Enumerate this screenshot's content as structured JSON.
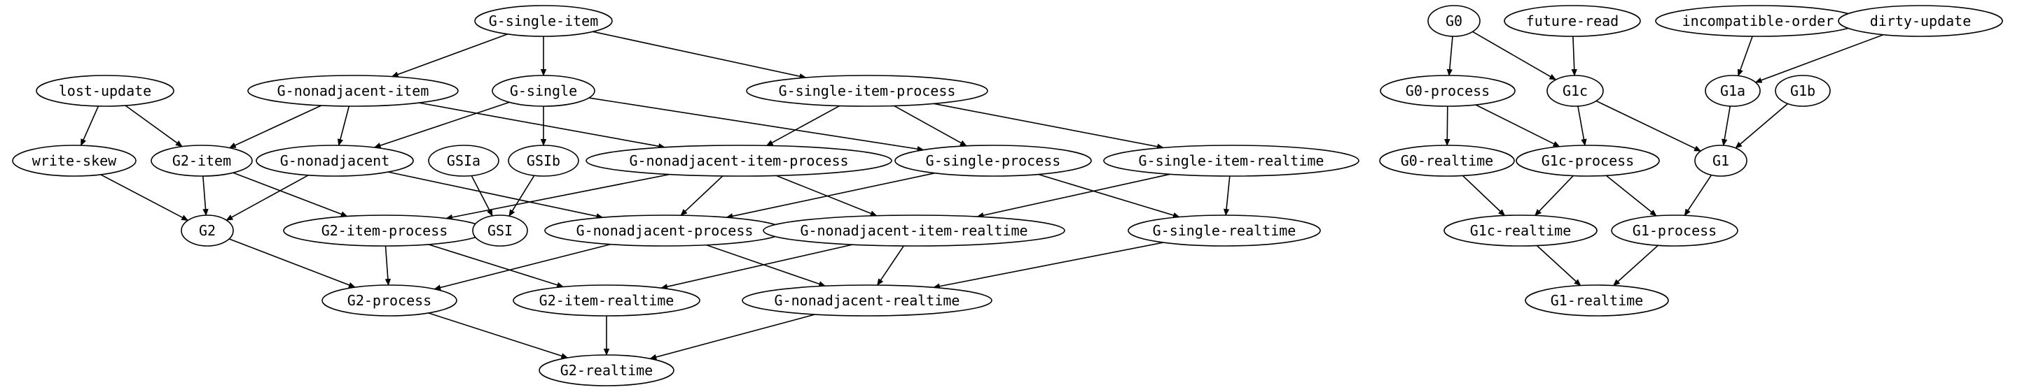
{
  "diagram": {
    "stroke_color": "#000000",
    "background": "#ffffff",
    "nodes": [
      {
        "id": "G-single-item",
        "label": "G-single-item"
      },
      {
        "id": "G-nonadjacent-item",
        "label": "G-nonadjacent-item"
      },
      {
        "id": "G-single",
        "label": "G-single"
      },
      {
        "id": "G-single-item-process",
        "label": "G-single-item-process"
      },
      {
        "id": "lost-update",
        "label": "lost-update"
      },
      {
        "id": "write-skew",
        "label": "write-skew"
      },
      {
        "id": "G2-item",
        "label": "G2-item"
      },
      {
        "id": "G-nonadjacent",
        "label": "G-nonadjacent"
      },
      {
        "id": "GSIa",
        "label": "GSIa"
      },
      {
        "id": "GSIb",
        "label": "GSIb"
      },
      {
        "id": "G-nonadjacent-item-process",
        "label": "G-nonadjacent-item-process"
      },
      {
        "id": "G-single-process",
        "label": "G-single-process"
      },
      {
        "id": "G-single-item-realtime",
        "label": "G-single-item-realtime"
      },
      {
        "id": "G2",
        "label": "G2"
      },
      {
        "id": "G2-item-process",
        "label": "G2-item-process"
      },
      {
        "id": "GSI",
        "label": "GSI"
      },
      {
        "id": "G-nonadjacent-process",
        "label": "G-nonadjacent-process"
      },
      {
        "id": "G-nonadjacent-item-realtime",
        "label": "G-nonadjacent-item-realtime"
      },
      {
        "id": "G-single-realtime",
        "label": "G-single-realtime"
      },
      {
        "id": "G2-process",
        "label": "G2-process"
      },
      {
        "id": "G2-item-realtime",
        "label": "G2-item-realtime"
      },
      {
        "id": "G-nonadjacent-realtime",
        "label": "G-nonadjacent-realtime"
      },
      {
        "id": "G2-realtime",
        "label": "G2-realtime"
      },
      {
        "id": "G0",
        "label": "G0"
      },
      {
        "id": "future-read",
        "label": "future-read"
      },
      {
        "id": "incompatible-order",
        "label": "incompatible-order"
      },
      {
        "id": "dirty-update",
        "label": "dirty-update"
      },
      {
        "id": "G0-process",
        "label": "G0-process"
      },
      {
        "id": "G1c",
        "label": "G1c"
      },
      {
        "id": "G1a",
        "label": "G1a"
      },
      {
        "id": "G1b",
        "label": "G1b"
      },
      {
        "id": "G0-realtime",
        "label": "G0-realtime"
      },
      {
        "id": "G1c-process",
        "label": "G1c-process"
      },
      {
        "id": "G1",
        "label": "G1"
      },
      {
        "id": "G1c-realtime",
        "label": "G1c-realtime"
      },
      {
        "id": "G1-process",
        "label": "G1-process"
      },
      {
        "id": "G1-realtime",
        "label": "G1-realtime"
      }
    ],
    "edges": [
      [
        "G-single-item",
        "G-nonadjacent-item"
      ],
      [
        "G-single-item",
        "G-single"
      ],
      [
        "G-single-item",
        "G-single-item-process"
      ],
      [
        "lost-update",
        "write-skew"
      ],
      [
        "lost-update",
        "G2-item"
      ],
      [
        "G-nonadjacent-item",
        "G2-item"
      ],
      [
        "G-nonadjacent-item",
        "G-nonadjacent"
      ],
      [
        "G-nonadjacent-item",
        "G-nonadjacent-item-process"
      ],
      [
        "G-single",
        "G-nonadjacent"
      ],
      [
        "G-single",
        "GSIb"
      ],
      [
        "G-single",
        "G-single-process"
      ],
      [
        "G-single-item-process",
        "G-nonadjacent-item-process"
      ],
      [
        "G-single-item-process",
        "G-single-process"
      ],
      [
        "G-single-item-process",
        "G-single-item-realtime"
      ],
      [
        "write-skew",
        "G2"
      ],
      [
        "G2-item",
        "G2"
      ],
      [
        "G2-item",
        "G2-item-process"
      ],
      [
        "G-nonadjacent",
        "G2"
      ],
      [
        "G-nonadjacent",
        "G-nonadjacent-process"
      ],
      [
        "GSIa",
        "GSI"
      ],
      [
        "GSIb",
        "GSI"
      ],
      [
        "G-nonadjacent-item-process",
        "G2-item-process"
      ],
      [
        "G-nonadjacent-item-process",
        "G-nonadjacent-process"
      ],
      [
        "G-nonadjacent-item-process",
        "G-nonadjacent-item-realtime"
      ],
      [
        "G-single-process",
        "G-nonadjacent-process"
      ],
      [
        "G-single-process",
        "G-single-realtime"
      ],
      [
        "G-single-item-realtime",
        "G-nonadjacent-item-realtime"
      ],
      [
        "G-single-item-realtime",
        "G-single-realtime"
      ],
      [
        "G2",
        "G2-process"
      ],
      [
        "G2-item-process",
        "G2-process"
      ],
      [
        "G2-item-process",
        "G2-item-realtime"
      ],
      [
        "G-nonadjacent-process",
        "G2-process"
      ],
      [
        "G-nonadjacent-process",
        "G-nonadjacent-realtime"
      ],
      [
        "G-nonadjacent-item-realtime",
        "G2-item-realtime"
      ],
      [
        "G-nonadjacent-item-realtime",
        "G-nonadjacent-realtime"
      ],
      [
        "G-single-realtime",
        "G-nonadjacent-realtime"
      ],
      [
        "G2-process",
        "G2-realtime"
      ],
      [
        "G2-item-realtime",
        "G2-realtime"
      ],
      [
        "G-nonadjacent-realtime",
        "G2-realtime"
      ],
      [
        "G0",
        "G0-process"
      ],
      [
        "G0",
        "G1c"
      ],
      [
        "future-read",
        "G1c"
      ],
      [
        "incompatible-order",
        "G1a"
      ],
      [
        "dirty-update",
        "G1a"
      ],
      [
        "G0-process",
        "G0-realtime"
      ],
      [
        "G0-process",
        "G1c-process"
      ],
      [
        "G1c",
        "G1c-process"
      ],
      [
        "G1c",
        "G1"
      ],
      [
        "G1a",
        "G1"
      ],
      [
        "G1b",
        "G1"
      ],
      [
        "G0-realtime",
        "G1c-realtime"
      ],
      [
        "G1c-process",
        "G1c-realtime"
      ],
      [
        "G1c-process",
        "G1-process"
      ],
      [
        "G1",
        "G1-process"
      ],
      [
        "G1c-realtime",
        "G1-realtime"
      ],
      [
        "G1-process",
        "G1-realtime"
      ]
    ]
  }
}
